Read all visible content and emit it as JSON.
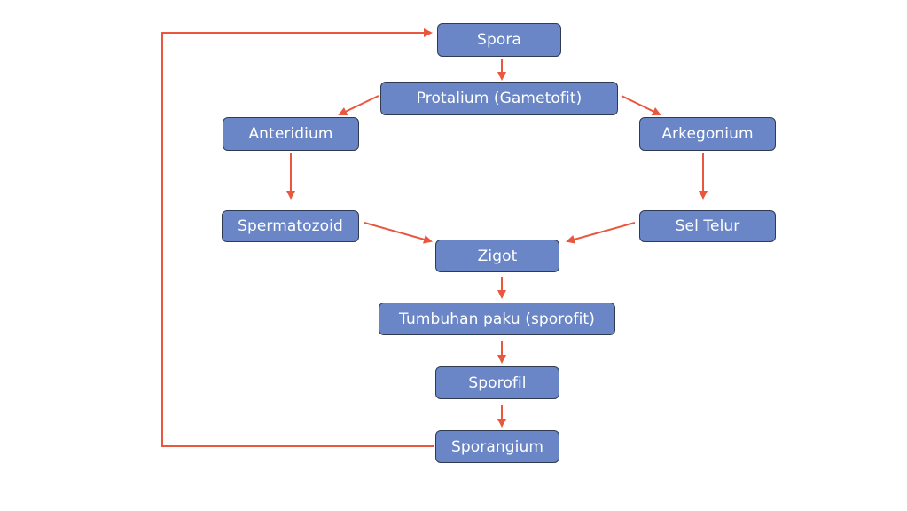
{
  "diagram": {
    "colors": {
      "node_fill": "#6a86c6",
      "node_border": "#2f3b52",
      "node_text": "#ffffff",
      "arrow": "#e9573f"
    },
    "nodes": {
      "spora": "Spora",
      "protalium": "Protalium (Gametofit)",
      "anteridium": "Anteridium",
      "arkegonium": "Arkegonium",
      "spermatozoid": "Spermatozoid",
      "sel_telur": "Sel Telur",
      "zigot": "Zigot",
      "tumbuhan_paku": "Tumbuhan paku (sporofit)",
      "sporofil": "Sporofil",
      "sporangium": "Sporangium"
    },
    "edges": [
      {
        "from": "spora",
        "to": "protalium"
      },
      {
        "from": "protalium",
        "to": "anteridium"
      },
      {
        "from": "protalium",
        "to": "arkegonium"
      },
      {
        "from": "anteridium",
        "to": "spermatozoid"
      },
      {
        "from": "arkegonium",
        "to": "sel_telur"
      },
      {
        "from": "spermatozoid",
        "to": "zigot"
      },
      {
        "from": "sel_telur",
        "to": "zigot"
      },
      {
        "from": "zigot",
        "to": "tumbuhan_paku"
      },
      {
        "from": "tumbuhan_paku",
        "to": "sporofil"
      },
      {
        "from": "sporofil",
        "to": "sporangium"
      },
      {
        "from": "sporangium",
        "to": "spora"
      }
    ]
  }
}
